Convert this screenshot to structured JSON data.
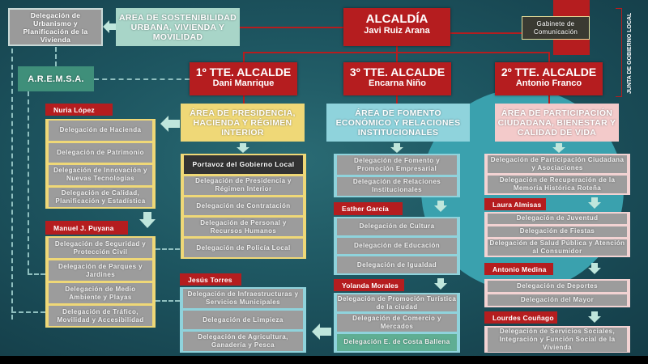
{
  "alcaldia": {
    "title": "ALCALDÍA",
    "name": "Javi Ruiz Arana"
  },
  "gabinete": "Gabinete de Comunicación",
  "junta": "JUNTA DE GOBIERNO LOCAL",
  "urbanismo": "Delegación de Urbanismo y Planificación de la Vivienda",
  "area_sostenibilidad": "AREA DE SOSTENIBILIDAD URBANA, VIVIENDA Y MOVILIDAD",
  "aremsa": "A.R.E.M.S.A.",
  "tte1": {
    "title": "1º TTE. ALCALDE",
    "name": "Dani Manrique"
  },
  "tte3": {
    "title": "3º TTE. ALCALDE",
    "name": "Encarna Niño"
  },
  "tte2": {
    "title": "2º TTE. ALCALDE",
    "name": "Antonio Franco"
  },
  "area_presidencia": "ÁREA DE PRESIDENCIA, HACIENDA Y RÉGIMEN INTERIOR",
  "area_fomento": "ÁREA DE FOMENTO ECONÓMICO Y RELACIONES INSTITUCIONALES",
  "area_participacion": "ÁREA DE PARTICIPACIÓN CIUDADANA, BIENESTAR Y CALIDAD DE VIDA",
  "nuria": {
    "name": "Nuria López",
    "items": [
      "Delegación de Hacienda",
      "Delegación de Patrimonio",
      "Delegación de Innovación y Nuevas Tecnologías",
      "Delegación de Calidad, Planificación y Estadística"
    ]
  },
  "manuel": {
    "name": "Manuel J. Puyana",
    "items": [
      "Delegación de Seguridad y Protección Civil",
      "Delegación de Parques y Jardines",
      "Delegación de Medio Ambiente y Playas",
      "Delegación de Tráfico, Movilidad y Accesibilidad"
    ]
  },
  "portavoz": {
    "header": "Portavoz del Gobierno Local",
    "items": [
      "Delegación de Presidencia y Régimen Interior",
      "Delegación de Contratación",
      "Delegación de Personal y Recursos Humanos",
      "Delegación de Policía Local"
    ]
  },
  "jesus": {
    "name": "Jesús Torres",
    "items": [
      "Delegación de Infraestructuras y Servicios Municipales",
      "Delegación de Limpieza",
      "Delegación de Agricultura, Ganadería y Pesca"
    ]
  },
  "fomento": {
    "items": [
      "Delegación de Fomento y Promoción Empresarial",
      "Delegación de Relaciones Institucionales"
    ]
  },
  "esther": {
    "name": "Esther García",
    "items": [
      "Delegación de Cultura",
      "Delegación de Educación",
      "Delegación de Igualdad"
    ]
  },
  "yolanda": {
    "name": "Yolanda Morales",
    "items": [
      "Delegación de Promoción Turística de la ciudad",
      "Delegación de Comercio y Mercados",
      "Delegación E. de Costa Ballena"
    ]
  },
  "participacion": {
    "items": [
      "Delegación de Participación Ciudadana y Asociaciones",
      "Delegación de Recuperación de la Memoria Histórica Roteña"
    ]
  },
  "laura": {
    "name": "Laura Almisas",
    "items": [
      "Delegación de Juventud",
      "Delegación de Fiestas",
      "Delegación de Salud Pública y Atención al Consumidor"
    ]
  },
  "antonio": {
    "name": "Antonio Medina",
    "items": [
      "Delegación de Deportes",
      "Delegación del Mayor"
    ]
  },
  "lourdes": {
    "name": "Lourdes Couñago",
    "items": [
      "Delegación de Servicios Sociales, Integración y Función Social de la Vivienda"
    ]
  },
  "colors": {
    "red": "#b51d1f",
    "yellow": "#efd877",
    "blue": "#8fd3dc",
    "pink": "#f3d3d3",
    "gray": "#9c9c9c"
  }
}
